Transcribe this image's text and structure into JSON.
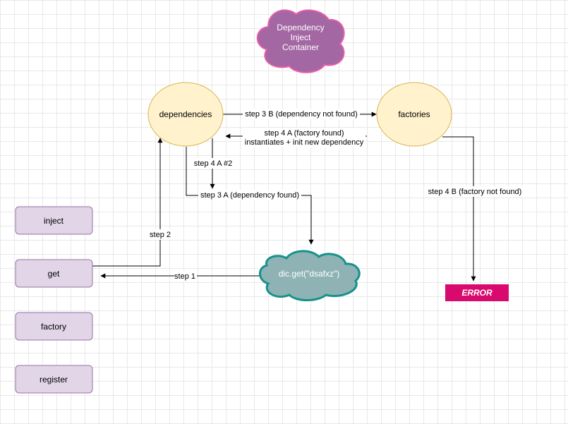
{
  "container_cloud": {
    "lines": [
      "Dependency",
      "Inject",
      "Container"
    ]
  },
  "nodes": {
    "dependencies": "dependencies",
    "factories": "factories",
    "call": "dic.get(\"dsafxz\")",
    "error": "ERROR"
  },
  "edges": {
    "step1": "step 1",
    "step2": "step 2",
    "step3a": "step 3 A (dependency found)",
    "step3b": "step 3 B (dependency not found)",
    "step4a_line1": "step 4 A (factory found)",
    "step4a_line2": "instantiates + init new dependency",
    "step4a2": "step 4 A #2",
    "step4b": "step 4 B (factory not found)"
  },
  "methods": [
    "inject",
    "get",
    "factory",
    "register"
  ],
  "colors": {
    "container_fill": "#a367a3",
    "container_stroke": "#e85fa8",
    "ellipse_fill": "#fff2cc",
    "ellipse_stroke": "#d6b656",
    "call_fill": "#8fb3b5",
    "call_stroke": "#17918c",
    "error_fill": "#d80a6e",
    "method_fill": "#e1d5e7",
    "method_stroke": "#9673a6"
  }
}
